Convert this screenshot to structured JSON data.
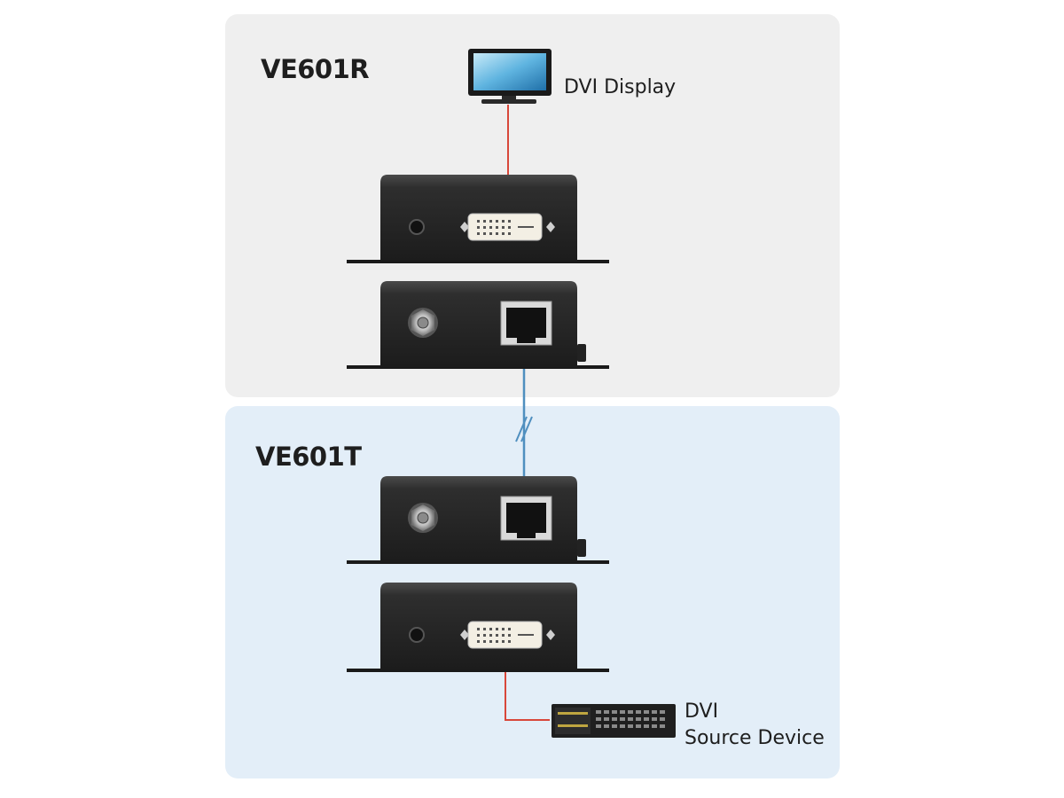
{
  "receiver": {
    "model": "VE601R"
  },
  "transmitter": {
    "model": "VE601T"
  },
  "display": {
    "label": "DVI Display"
  },
  "source": {
    "label_line1": "DVI",
    "label_line2": "Source Device"
  },
  "colors": {
    "receiver_panel": "#efefef",
    "transmitter_panel": "#e3eef8",
    "dvi_cable": "#d8473a",
    "cat_cable": "#4f8fbf",
    "unit_body": "#2b2b2b"
  }
}
